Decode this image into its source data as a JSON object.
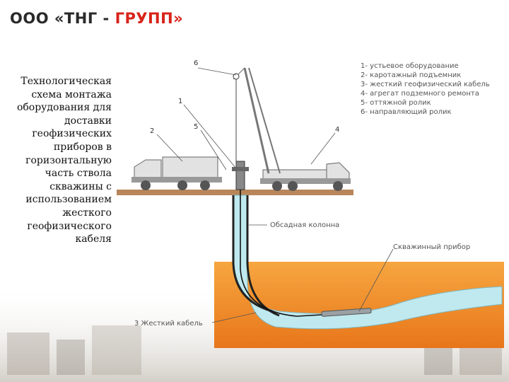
{
  "logo": {
    "part1": "ООО «ТНГ - ",
    "part2": "ГРУПП»"
  },
  "description": "Технологическая схема монтажа оборудования для доставки геофизических приборов в горизонтальную часть ствола скважины с использованием жесткого геофизического кабеля",
  "legend": [
    "1- устьевое оборудование",
    "2- каротажный подъемник",
    "3- жесткий геофизический кабель",
    "4- агрегат подземного ремонта",
    "5- оттяжной ролик",
    "6- направляющий ролик"
  ],
  "callouts": {
    "n1": "1",
    "n2": "2",
    "n4": "4",
    "n5": "5",
    "n6": "6"
  },
  "labels": {
    "casing": "Обсадная колонна",
    "tool": "Скважинный прибор",
    "cable": "3 Жесткий  кабель"
  },
  "colors": {
    "accent": "#d8231a",
    "ground": "#b8865a",
    "formation": "#f08a1e",
    "well": "#bfe9ef"
  }
}
